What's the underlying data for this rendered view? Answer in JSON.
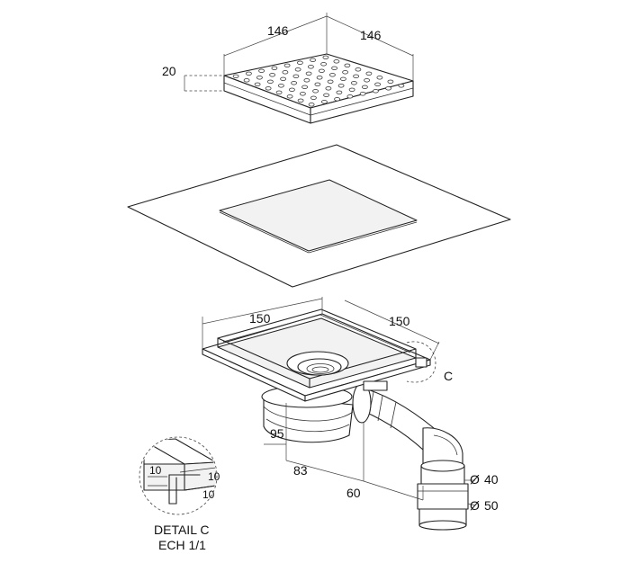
{
  "grate": {
    "width_label": "146",
    "depth_label": "146",
    "height_label": "20"
  },
  "body": {
    "width_label": "150",
    "depth_label": "150",
    "height_label": "95",
    "offset_label": "83",
    "outlet_offset_label": "60",
    "detail_marker": "C"
  },
  "outlet": {
    "inner_diameter_symbol": "Ø",
    "inner_diameter_label": "40",
    "outer_diameter_symbol": "Ø",
    "outer_diameter_label": "50"
  },
  "detail": {
    "dim_a": "10",
    "dim_b": "10",
    "dim_c": "10",
    "title": "DETAIL C",
    "scale": "ECH 1/1"
  }
}
